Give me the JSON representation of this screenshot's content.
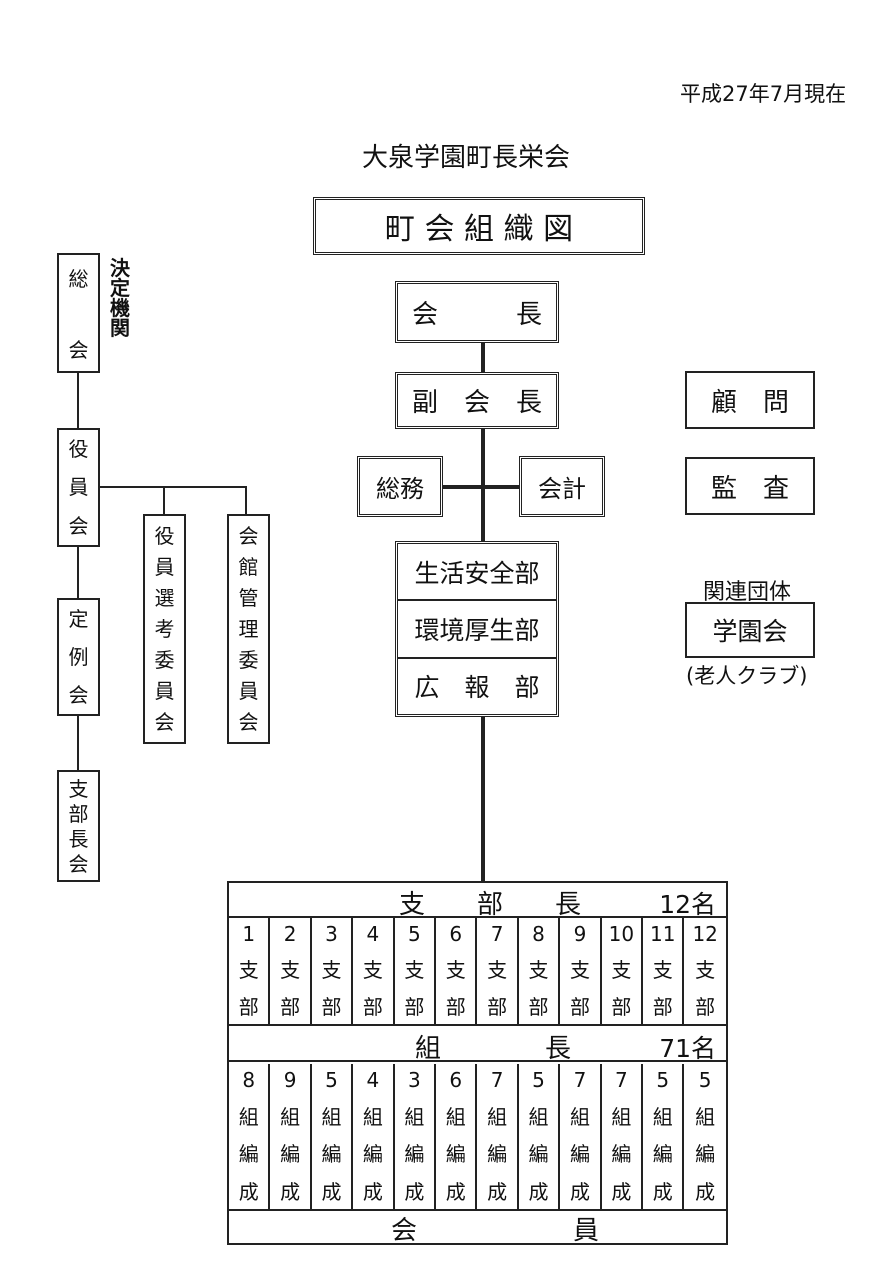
{
  "date": "平成27年7月現在",
  "org_name": "大泉学園町長栄会",
  "chart_title": "町 会 組 織 図",
  "left": {
    "soukai": "総会",
    "kettei": "決定機関",
    "yakuinkai": "役員会",
    "teireikai": "定例会",
    "shibuchokai": "支部長会",
    "senko": "役員選考委員会",
    "kaikan": "会館管理委員会"
  },
  "center": {
    "kaicho": "会　　　長",
    "fukukaicho": "副　会　長",
    "somu": "総務",
    "kaikei": "会計",
    "depts": [
      "生活安全部",
      "環境厚生部",
      "広　報　部"
    ]
  },
  "right": {
    "komon": "顧　問",
    "kansa": "監　査",
    "related_label": "関連団体",
    "gakuenkai": "学園会",
    "gakuenkai_sub": "(老人クラブ)"
  },
  "bottom": {
    "shibucho_label": "支　　部　　長",
    "shibucho_count": "12名",
    "branches": [
      "1",
      "2",
      "3",
      "4",
      "5",
      "6",
      "7",
      "8",
      "9",
      "10",
      "11",
      "12"
    ],
    "branch_char1": "支",
    "branch_char2": "部",
    "kumicho_label": "組　　　　長",
    "kumicho_count": "71名",
    "kumi_counts": [
      "8",
      "9",
      "5",
      "4",
      "3",
      "6",
      "7",
      "5",
      "7",
      "7",
      "5",
      "5"
    ],
    "kumi_char1": "組",
    "kumi_char2": "編",
    "kumi_char3": "成",
    "kaiin_label": "会　　　　　　員"
  }
}
